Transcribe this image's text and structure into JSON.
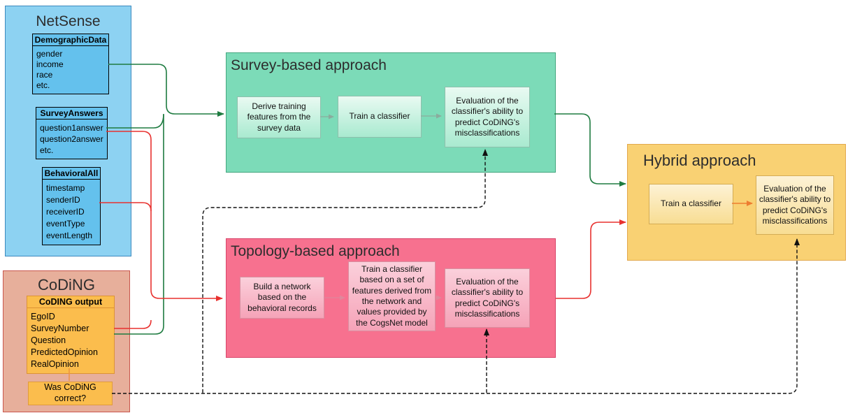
{
  "netsense": {
    "title": "NetSense",
    "tables": [
      {
        "header": "DemographicData",
        "rows": [
          "gender",
          "income",
          "race",
          "etc."
        ]
      },
      {
        "header": "SurveyAnswers",
        "rows": [
          "question1answer",
          "question2answer",
          "etc."
        ]
      },
      {
        "header": "BehavioralAll",
        "rows": [
          "timestamp",
          "senderID",
          "receiverID",
          "eventType",
          "eventLength"
        ]
      }
    ]
  },
  "coding": {
    "title": "CoDiNG",
    "output_table": {
      "header": "CoDING output",
      "rows": [
        "EgoID",
        "SurveyNumber",
        "Question",
        "PredictedOpinion",
        "RealOpinion"
      ]
    },
    "question_box": "Was CoDiNG correct?"
  },
  "survey_approach": {
    "title": "Survey-based approach",
    "steps": [
      "Derive training features from the survey data",
      "Train a classifier",
      "Evaluation of the classifier's ability to predict CoDiNG's misclassifications"
    ]
  },
  "topology_approach": {
    "title": "Topology-based approach",
    "steps": [
      "Build a network based on the behavioral records",
      "Train a classifier based on a set of features derived from the network and values provided by the CogsNet model",
      "Evaluation of the classifier's ability to predict CoDiNG's misclassifications"
    ]
  },
  "hybrid_approach": {
    "title": "Hybrid approach",
    "steps": [
      "Train a classifier",
      "Evaluation of the classifier's ability to predict CoDiNG's misclassifications"
    ]
  },
  "colors": {
    "survey_flow_green": "#1E7B40",
    "topology_flow_red": "#E8312F",
    "evaluation_flow_dashed": "#111111",
    "netsense_fill": "#8DD2F2",
    "netsense_table_fill": "#64C1ED",
    "coding_fill": "#E7AF9B",
    "coding_table_fill": "#FBBD4D",
    "survey_fill": "#7CDBB8",
    "topology_fill": "#F7718F",
    "hybrid_fill": "#F9D173"
  }
}
